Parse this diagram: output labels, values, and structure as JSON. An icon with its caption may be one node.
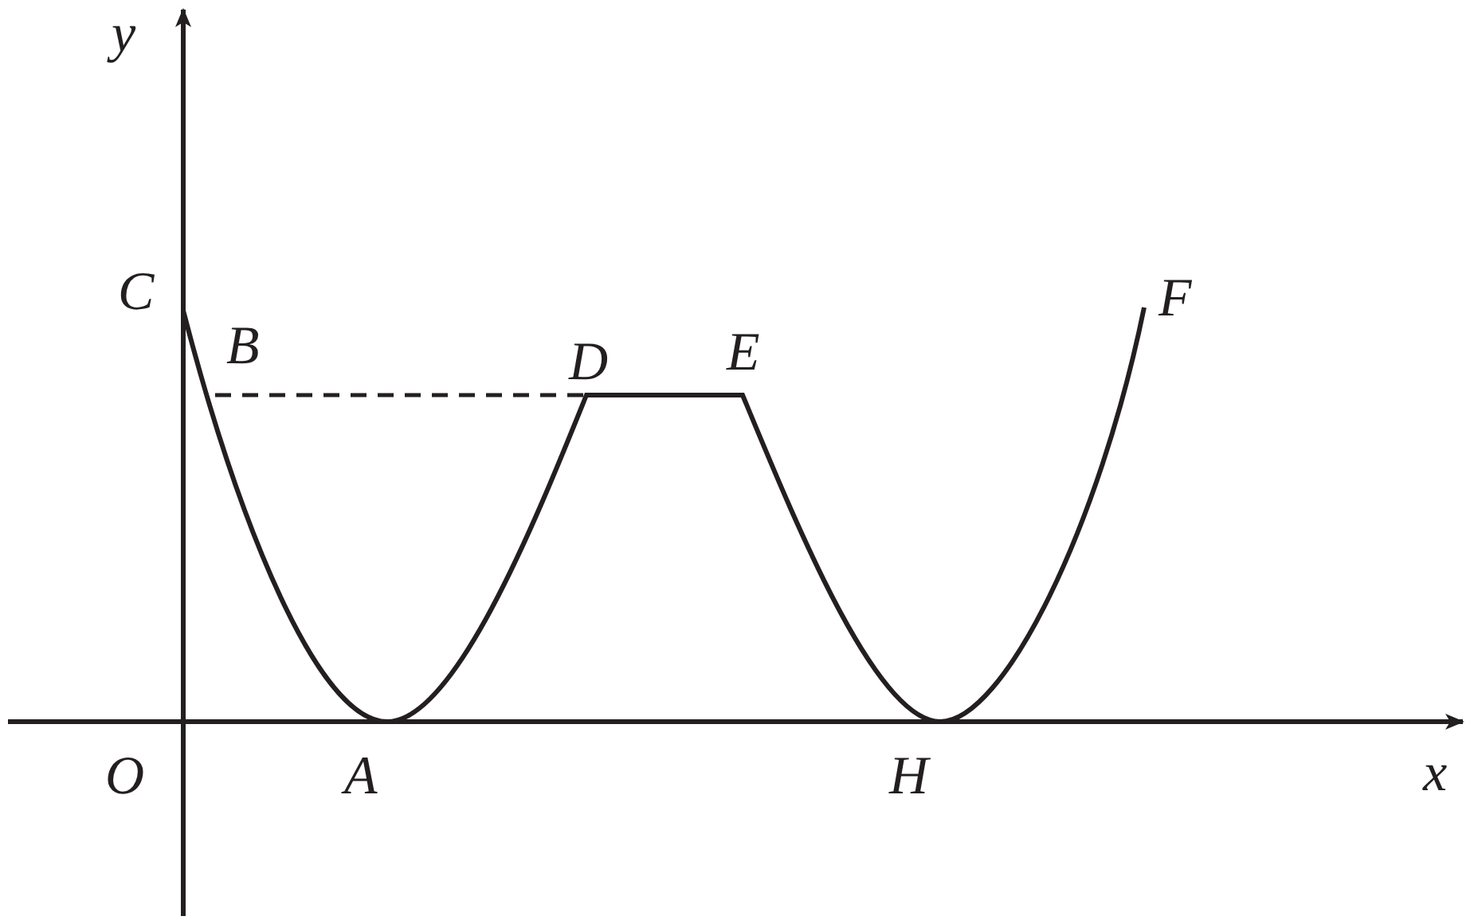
{
  "diagram": {
    "labels": [
      "y",
      "C",
      "B",
      "D",
      "E",
      "F",
      "O",
      "A",
      "H",
      "x"
    ]
  }
}
